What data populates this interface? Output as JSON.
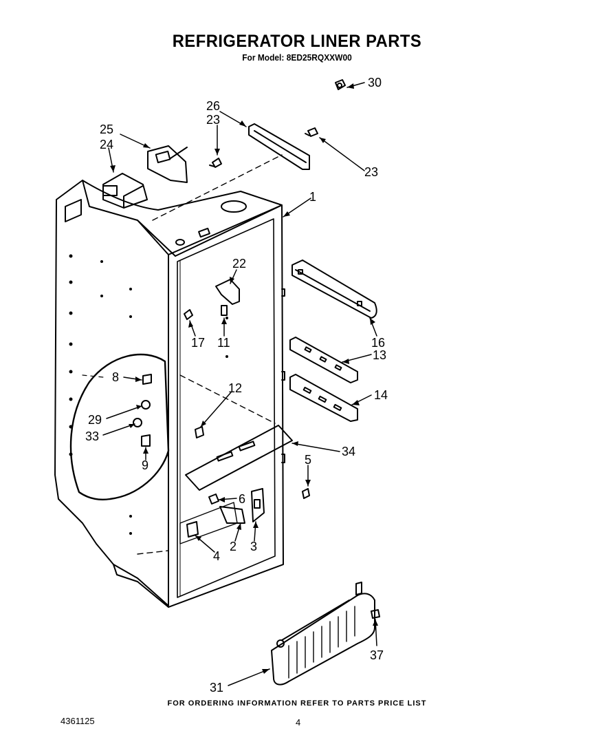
{
  "header": {
    "title": "REFRIGERATOR LINER PARTS",
    "model": "For Model: 8ED25RQXXW00"
  },
  "callouts": {
    "p1": "1",
    "p2": "2",
    "p3": "3",
    "p4": "4",
    "p5": "5",
    "p6": "6",
    "p8": "8",
    "p9": "9",
    "p11": "11",
    "p12": "12",
    "p13": "13",
    "p14": "14",
    "p16": "16",
    "p17": "17",
    "p22": "22",
    "p23a": "23",
    "p23b": "23",
    "p24": "24",
    "p25": "25",
    "p26": "26",
    "p29": "29",
    "p30": "30",
    "p31": "31",
    "p33": "33",
    "p34": "34",
    "p37": "37"
  },
  "footer": {
    "ordering_note": "FOR ORDERING INFORMATION REFER TO PARTS PRICE LIST",
    "doc_number": "4361125",
    "page_number": "4"
  }
}
